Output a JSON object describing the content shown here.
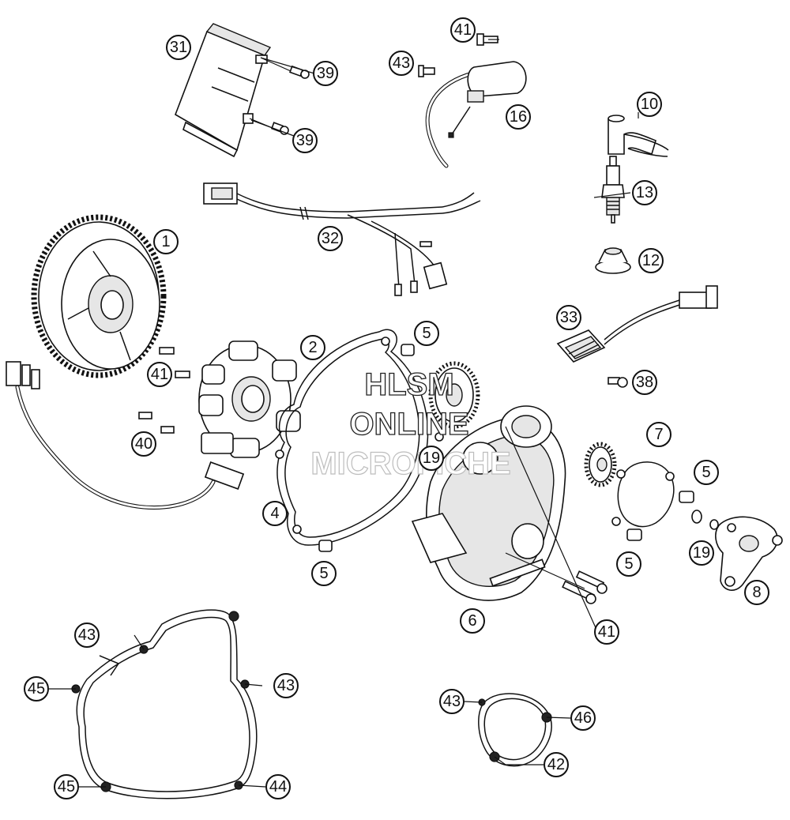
{
  "watermark": {
    "line1": "HLSM",
    "line2": "ONLINE",
    "line3": "MICROFICHE"
  },
  "callouts": [
    "31",
    "39",
    "39",
    "41",
    "43",
    "16",
    "10",
    "13",
    "12",
    "32",
    "1",
    "2",
    "5",
    "41",
    "40",
    "33",
    "38",
    "7",
    "5",
    "19",
    "19",
    "4",
    "5",
    "5",
    "6",
    "8",
    "41",
    "43",
    "43",
    "45",
    "45",
    "44",
    "43",
    "46",
    "42"
  ]
}
